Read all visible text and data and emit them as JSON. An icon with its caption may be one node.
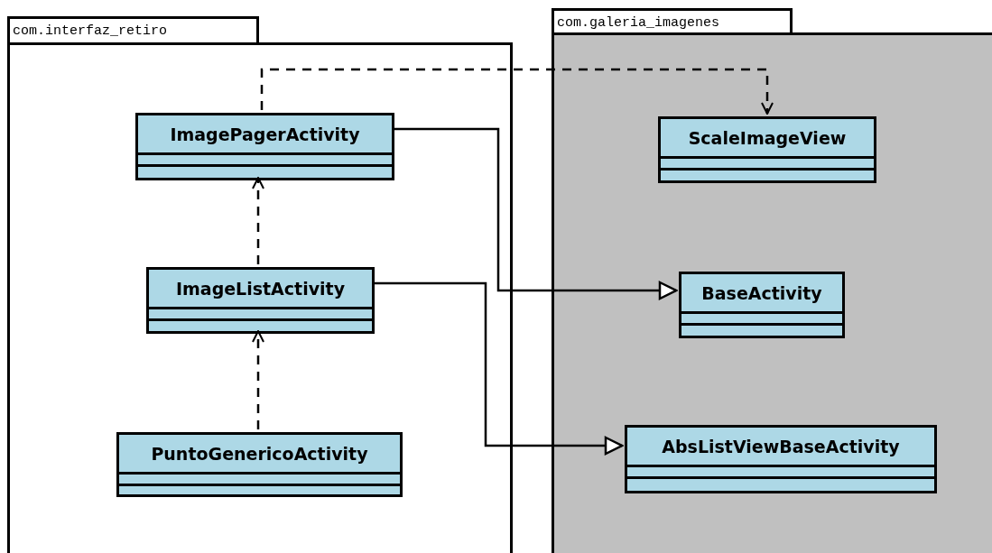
{
  "diagram": {
    "nodes": [
      {
        "text": [
          "com.interfaz_retiro"
        ]
      },
      {
        "text": [
          "ImagePagerActivity"
        ],
        "in": 0
      },
      {
        "text": [
          "ImageListActivity"
        ],
        "in": 0
      },
      {
        "text": [
          "PuntoGenericoActivity"
        ],
        "in": 0
      },
      {
        "text": [
          "com.galeria_imagenes"
        ]
      },
      {
        "text": [
          "ScaleImageView"
        ],
        "in": 4
      },
      {
        "text": [
          "BaseActivity"
        ],
        "in": 4
      },
      {
        "text": [
          "AbsListViewBaseActivity"
        ],
        "in": 4
      }
    ],
    "edges": [
      {
        "from": 1,
        "to": 5,
        "arrow": "to",
        "style": "dashed"
      },
      {
        "from": 2,
        "to": 1,
        "arrow": "to",
        "style": "dashed"
      },
      {
        "from": 3,
        "to": 2,
        "arrow": "to",
        "style": "dashed"
      },
      {
        "from": 1,
        "to": 6,
        "arrow": "to"
      },
      {
        "from": 2,
        "to": 7,
        "arrow": "to"
      }
    ]
  }
}
